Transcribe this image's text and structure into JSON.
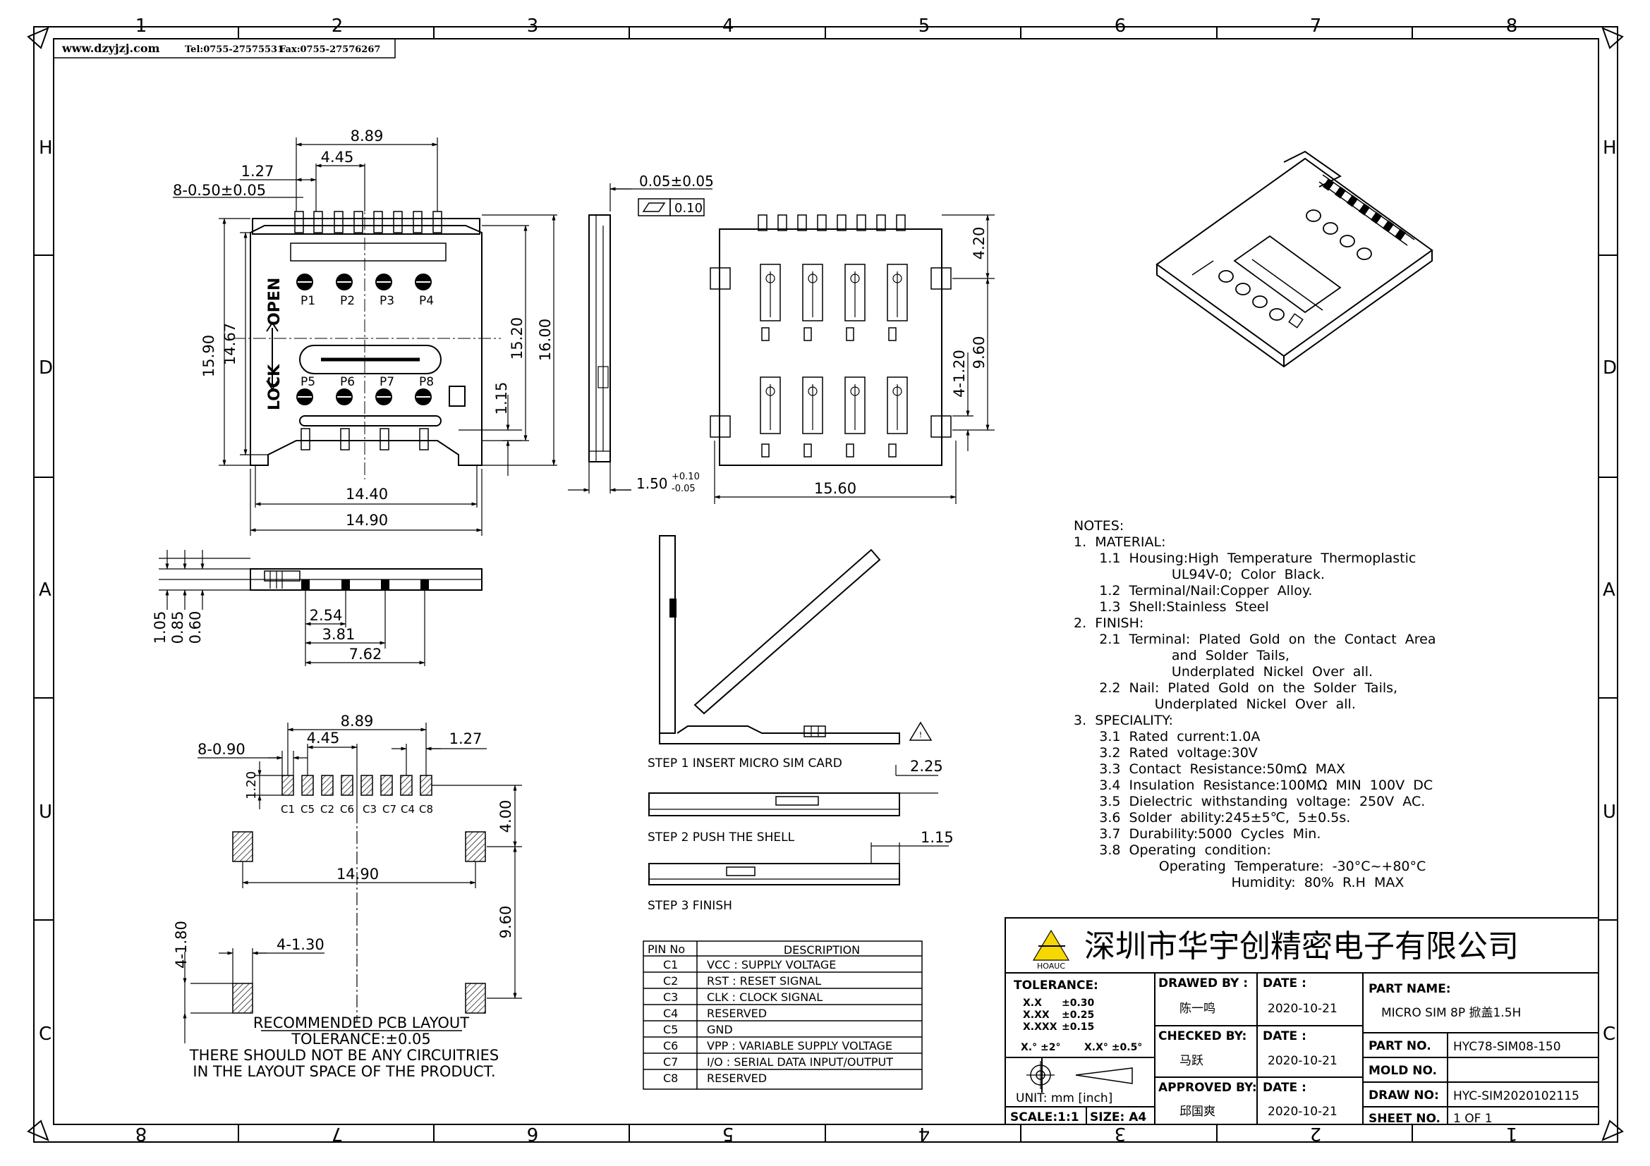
{
  "header_bar": {
    "website": "www.dzyjzj.com",
    "tel": "Tel:0755-27575531",
    "fax": "Fax:0755-27576267"
  },
  "border": {
    "cols_top": [
      "1",
      "2",
      "3",
      "4",
      "5",
      "6",
      "7",
      "8"
    ],
    "cols_bottom": [
      "8",
      "7",
      "6",
      "5",
      "4",
      "3",
      "2",
      "1"
    ],
    "rows_left": [
      "H",
      "D",
      "A",
      "U",
      "C"
    ],
    "rows_right": [
      "H",
      "D",
      "A",
      "U",
      "C"
    ]
  },
  "top_view": {
    "dim_width_top": "8.89",
    "dim_half": "4.45",
    "dim_pitch": "1.27",
    "dim_pin": "8-0.50±0.05",
    "dim_h1": "15.90",
    "dim_h2": "14.67",
    "dim_h3": "15.20",
    "dim_h4": "16.00",
    "dim_115": "1.15",
    "dim_w1": "14.40",
    "dim_w2": "14.90",
    "pads_top": [
      "P1",
      "P2",
      "P3",
      "P4"
    ],
    "pads_bottom": [
      "P5",
      "P6",
      "P7",
      "P8"
    ],
    "lock": "LOCK",
    "open": "OPEN"
  },
  "side_view": {
    "flat": "0.05±0.05",
    "flat_tol": "0.10",
    "thick_main": "1.50",
    "thick_plus": "+0.10",
    "thick_minus": "-0.05"
  },
  "bottom_view": {
    "dim_420": "4.20",
    "dim_960": "9.60",
    "dim_4_120": "4-1.20",
    "dim_1560": "15.60"
  },
  "front_view": {
    "dim_105": "1.05",
    "dim_085": "0.85",
    "dim_060": "0.60",
    "dim_254": "2.54",
    "dim_381": "3.81",
    "dim_762": "7.62"
  },
  "pcb_layout": {
    "dim_889": "8.89",
    "dim_445": "4.45",
    "dim_127": "1.27",
    "dim_8_090": "8-0.90",
    "dim_120": "1.20",
    "dim_400": "4.00",
    "dim_1490": "14.90",
    "dim_960": "9.60",
    "dim_4_180": "4-1.80",
    "dim_4_130": "4-1.30",
    "pads": [
      "C1",
      "C5",
      "C2",
      "C6",
      "C3",
      "C7",
      "C4",
      "C8"
    ],
    "title": "RECOMMENDED  PCB  LAYOUT",
    "tolerance": "TOLERANCE:±0.05",
    "note1": "THERE  SHOULD  NOT  BE  ANY  CIRCUITRIES",
    "note2": "IN  THE  LAYOUT  SPACE  OF  THE  PRODUCT."
  },
  "steps": {
    "step1": "STEP  1  INSERT  MICRO  SIM  CARD",
    "step2": "STEP  2  PUSH  THE  SHELL",
    "step3": "STEP  3  FINISH",
    "dim_225": "2.25",
    "dim_115": "1.15"
  },
  "pin_table": {
    "headers": [
      "PIN No",
      "DESCRIPTION"
    ],
    "rows": [
      [
        "C1",
        "VCC  :  SUPPLY  VOLTAGE"
      ],
      [
        "C2",
        "RST  :  RESET  SIGNAL"
      ],
      [
        "C3",
        "CLK  :  CLOCK  SIGNAL"
      ],
      [
        "C4",
        "RESERVED"
      ],
      [
        "C5",
        "GND"
      ],
      [
        "C6",
        "VPP  :  VARIABLE  SUPPLY  VOLTAGE"
      ],
      [
        "C7",
        "I/O  :  SERIAL  DATA  INPUT/OUTPUT"
      ],
      [
        "C8",
        "RESERVED"
      ]
    ]
  },
  "notes": [
    "NOTES:",
    "1.  MATERIAL:",
    "      1.1  Housing:High  Temperature  Thermoplastic",
    "                       UL94V-0;  Color  Black.",
    "      1.2  Terminal/Nail:Copper  Alloy.",
    "      1.3  Shell:Stainless  Steel",
    "2.  FINISH:",
    "      2.1  Terminal:  Plated  Gold  on  the  Contact  Area",
    "                       and  Solder  Tails,",
    "                       Underplated  Nickel  Over  all.",
    "      2.2  Nail:  Plated  Gold  on  the  Solder  Tails,",
    "                   Underplated  Nickel  Over  all.",
    "3.  SPECIALITY:",
    "      3.1  Rated  current:1.0A",
    "      3.2  Rated  voltage:30V",
    "      3.3  Contact  Resistance:50mΩ  MAX",
    "      3.4  Insulation  Resistance:100MΩ  MIN  100V  DC",
    "      3.5  Dielectric  withstanding  voltage:  250V  AC.",
    "      3.6  Solder  ability:245±5℃,  5±0.5s.",
    "      3.7  Durability:5000  Cycles  Min.",
    "      3.8  Operating  condition:",
    "                    Operating  Temperature:  -30°C~+80°C",
    "                                     Humidity:  80%  R.H  MAX"
  ],
  "title_block": {
    "company": "深圳市华宇创精密电子有限公司",
    "logo_text": "HOAUC",
    "tolerance_label": "TOLERANCE:",
    "tol_xx": "X.X",
    "tol_xx_v": "±0.30",
    "tol_xxx": "X.XX",
    "tol_xxx_v": "±0.25",
    "tol_xxxx": "X.XXX",
    "tol_xxxx_v": "±0.15",
    "angle1": "X.°  ±2°",
    "angle2": "X.X°  ±0.5°",
    "unit": "UNIT:  mm  [inch]",
    "scale": "SCALE:1:1",
    "size": "SIZE:  A4",
    "drawn_by_label": "DRAWED  BY  :",
    "drawn_by": "陈一鸣",
    "checked_by_label": "CHECKED  BY:",
    "checked_by": "马跃",
    "approved_by_label": "APPROVED  BY:",
    "approved_by": "邱国爽",
    "date_label": "DATE  :",
    "date1": "2020-10-21",
    "date2": "2020-10-21",
    "date3": "2020-10-21",
    "part_name_label": "PART  NAME:",
    "part_name": "MICRO  SIM  8P  掀盖1.5H",
    "part_no_label": "PART  NO.",
    "part_no": "HYC78-SIM08-150",
    "mold_no_label": "MOLD  NO.",
    "mold_no": "",
    "draw_no_label": "DRAW  NO:",
    "draw_no": "HYC-SIM2020102115",
    "sheet_no_label": "SHEET  NO.",
    "sheet_no": "1  OF  1"
  }
}
